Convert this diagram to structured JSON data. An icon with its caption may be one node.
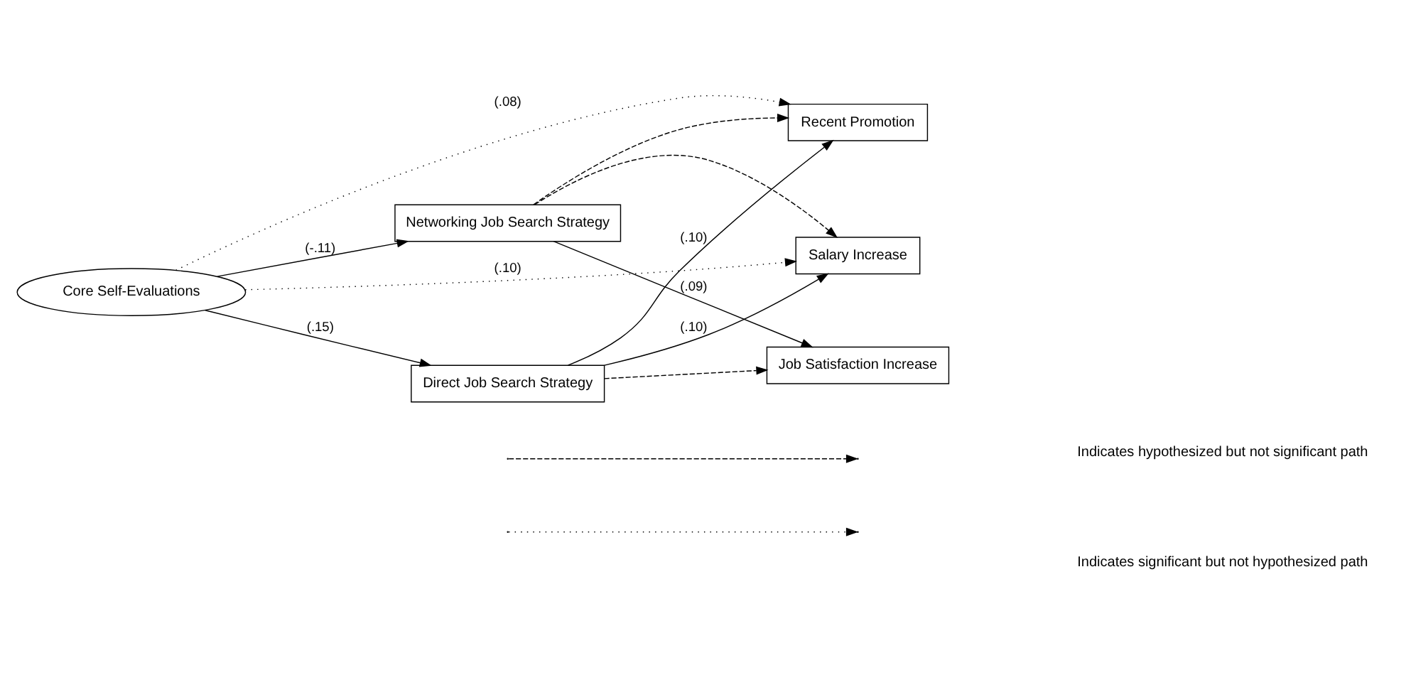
{
  "diagram": {
    "nodes": [
      {
        "text": [
          "Core Self-Evaluations"
        ]
      },
      {
        "text": [
          "Networking Job Search Strategy"
        ]
      },
      {
        "text": [
          "Direct Job Search Strategy"
        ]
      },
      {
        "text": [
          "Recent Promotion"
        ]
      },
      {
        "text": [
          "Salary Increase"
        ]
      },
      {
        "text": [
          "Job Satisfaction Increase"
        ]
      }
    ],
    "edges": [
      {
        "from": 0,
        "to": 1,
        "arrow": "to",
        "label": "(-.11)"
      },
      {
        "from": 0,
        "to": 2,
        "arrow": "to",
        "label": "(.15)"
      },
      {
        "from": 0,
        "to": 3,
        "arrow": "to",
        "label": "(.08)",
        "style": "dashed"
      },
      {
        "from": 0,
        "to": 4,
        "arrow": "to",
        "label": "(.10)",
        "style": "dashed"
      },
      {
        "from": 1,
        "to": 3,
        "arrow": "to",
        "style": "dashed"
      },
      {
        "from": 1,
        "to": 4,
        "arrow": "to",
        "style": "dashed"
      },
      {
        "from": 1,
        "to": 5,
        "arrow": "to",
        "label": "(.09)"
      },
      {
        "from": 2,
        "to": 3,
        "arrow": "to",
        "label": "(.10)"
      },
      {
        "from": 2,
        "to": 4,
        "arrow": "to",
        "label": "(.10)"
      },
      {
        "from": 2,
        "to": 5,
        "arrow": "to",
        "style": "dashed"
      }
    ],
    "legend": [
      {
        "text": "Indicates hypothesized but not significant path"
      },
      {
        "text": "Indicates significant but not hypothesized path"
      }
    ]
  }
}
